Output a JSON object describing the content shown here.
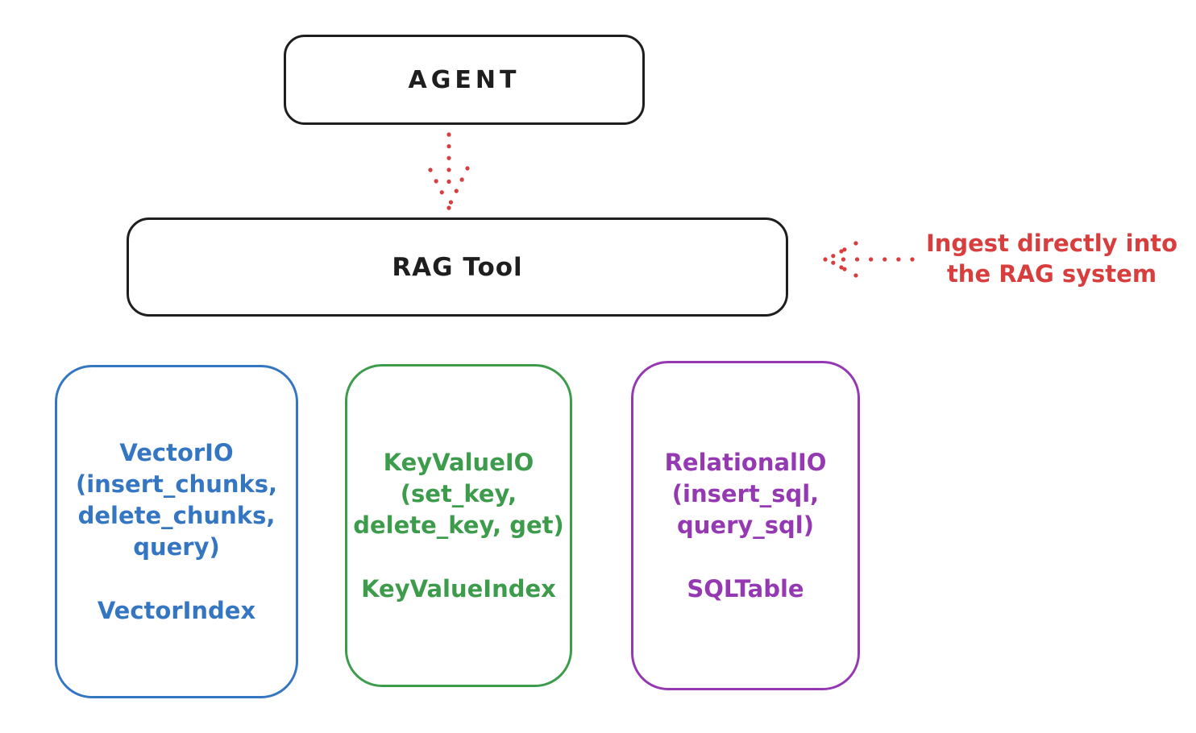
{
  "palette": {
    "ink": "#1e1e1e",
    "red": "#d93e3e",
    "blue": "#3576c2",
    "green": "#3d9c4c",
    "purple": "#9539b3",
    "background": "#ffffff"
  },
  "nodes": {
    "agent": {
      "label": "AGENT"
    },
    "rag_tool": {
      "label": "RAG Tool"
    },
    "vector_io": {
      "lines": [
        "VectorIO",
        "(insert_chunks,",
        "delete_chunks,",
        "query)"
      ],
      "index_label": "VectorIndex",
      "color": "#3576c2"
    },
    "key_value_io": {
      "lines": [
        "KeyValueIO",
        "(set_key,",
        "delete_key, get)"
      ],
      "index_label": "KeyValueIndex",
      "color": "#3d9c4c"
    },
    "relational_io": {
      "lines": [
        "RelationalIO",
        "(insert_sql,",
        "query_sql)"
      ],
      "index_label": "SQLTable",
      "color": "#9539b3"
    }
  },
  "annotation": {
    "line1": "Ingest directly into",
    "line2": "the RAG system",
    "color": "#d93e3e"
  },
  "arrows": [
    {
      "name": "agent-to-rag-tool",
      "style": "dotted",
      "color": "#d93e3e",
      "direction": "down"
    },
    {
      "name": "annotation-to-rag-tool",
      "style": "dotted",
      "color": "#d93e3e",
      "direction": "left"
    }
  ]
}
